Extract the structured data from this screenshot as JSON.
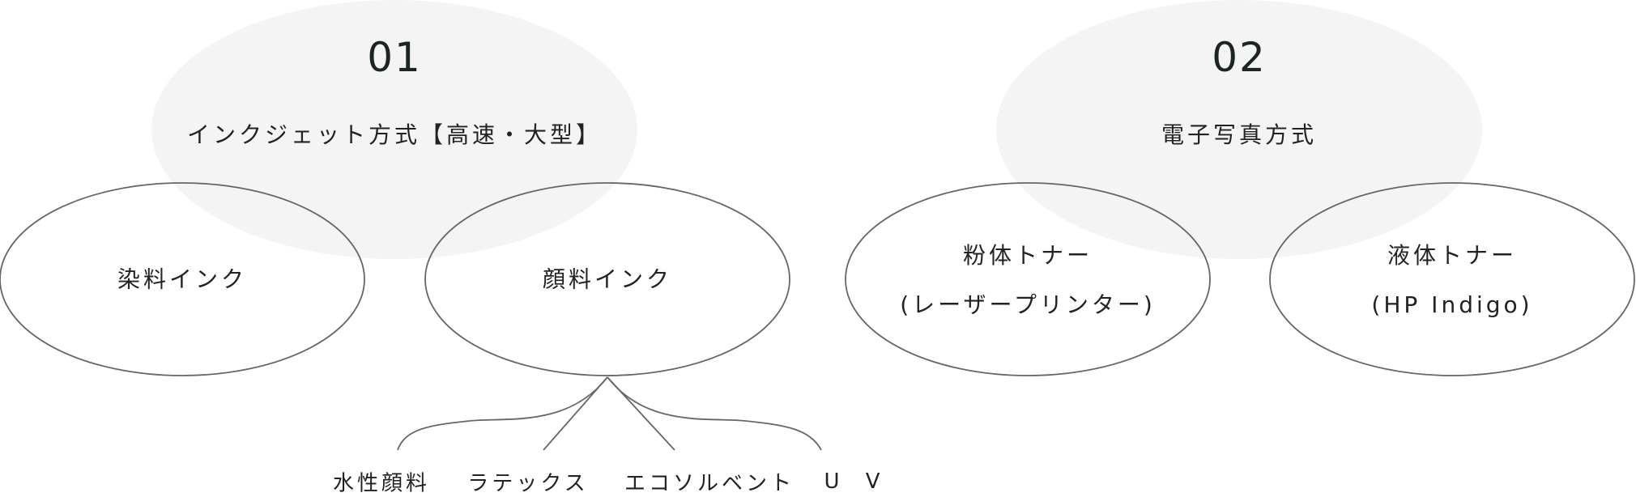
{
  "groups": [
    {
      "number": "01",
      "title": "インクジェット方式【高速・大型】",
      "children": [
        "染料インク",
        "顔料インク"
      ]
    },
    {
      "number": "02",
      "title": "電子写真方式",
      "children": [
        [
          "粉体トナー",
          "(レーザープリンター)"
        ],
        [
          "液体トナー",
          "(HP Indigo)"
        ]
      ]
    }
  ],
  "pigment_types": [
    "水性顔料",
    "ラテックス",
    "エコソルベント",
    "U V"
  ],
  "colors": {
    "bubble": "#f4f4f4",
    "outline": "#666666",
    "text": "#222222"
  }
}
